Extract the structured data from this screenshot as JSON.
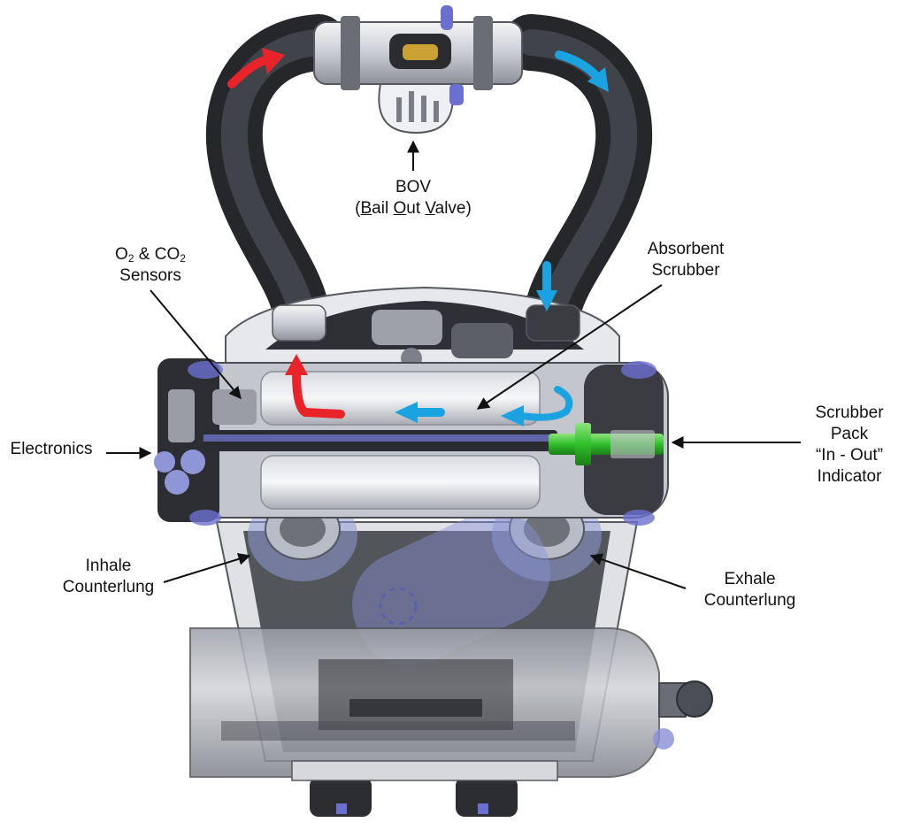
{
  "labels": {
    "bov": {
      "line1": "BOV",
      "open": "(",
      "b": "B",
      "ail": "ail ",
      "o": "O",
      "ut": "ut ",
      "v": "V",
      "alve": "alve)"
    },
    "sensors": {
      "o": "O",
      "two1": "2",
      "amp": " & CO",
      "two2": "2",
      "line2": "Sensors"
    },
    "absorbent": {
      "line1": "Absorbent",
      "line2": "Scrubber"
    },
    "electronics": "Electronics",
    "scrubber_indicator": {
      "line1": "Scrubber",
      "line2": "Pack",
      "line3": "“In - Out”",
      "line4": "Indicator"
    },
    "inhale": {
      "line1": "Inhale",
      "line2": "Counterlung"
    },
    "exhale": {
      "line1": "Exhale",
      "line2": "Counterlung"
    }
  },
  "colors": {
    "inhale_flow": "#e8232a",
    "exhale_flow": "#1aa3e0",
    "indicator": "#2fbf2a",
    "hose": "#3a3d42",
    "housing": "#b9bcc2",
    "accent_blue": "#6b6fd0"
  }
}
